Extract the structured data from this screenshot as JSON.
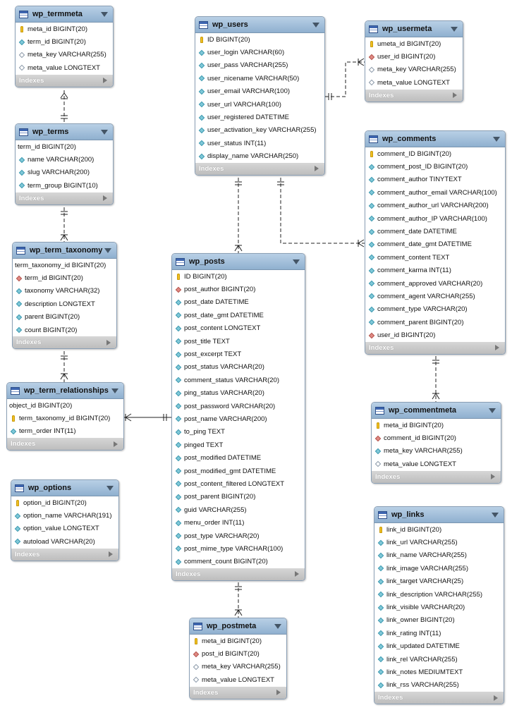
{
  "footer_label": "Indexes",
  "colors": {
    "header": "#9bbcd9",
    "footer": "#c8c8c8",
    "pk_key": "#f0c020",
    "fk_diamond": "#e08a84",
    "column_diamond": "#7fc8d8"
  },
  "tables": [
    {
      "id": "wp_termmeta",
      "name": "wp_termmeta",
      "columns": [
        {
          "text": "meta_id BIGINT(20)",
          "marker": "pk"
        },
        {
          "text": "term_id BIGINT(20)",
          "marker": "col"
        },
        {
          "text": "meta_key VARCHAR(255)",
          "marker": "nullable"
        },
        {
          "text": "meta_value LONGTEXT",
          "marker": "nullable"
        }
      ]
    },
    {
      "id": "wp_terms",
      "name": "wp_terms",
      "columns": [
        {
          "text": "term_id BIGINT(20)",
          "marker": "none"
        },
        {
          "text": "name VARCHAR(200)",
          "marker": "col"
        },
        {
          "text": "slug VARCHAR(200)",
          "marker": "col"
        },
        {
          "text": "term_group BIGINT(10)",
          "marker": "col"
        }
      ]
    },
    {
      "id": "wp_term_taxonomy",
      "name": "wp_term_taxonomy",
      "columns": [
        {
          "text": "term_taxonomy_id BIGINT(20)",
          "marker": "none"
        },
        {
          "text": "term_id BIGINT(20)",
          "marker": "fk"
        },
        {
          "text": "taxonomy VARCHAR(32)",
          "marker": "col"
        },
        {
          "text": "description LONGTEXT",
          "marker": "col"
        },
        {
          "text": "parent BIGINT(20)",
          "marker": "col"
        },
        {
          "text": "count BIGINT(20)",
          "marker": "col"
        }
      ]
    },
    {
      "id": "wp_term_relationships",
      "name": "wp_term_relationships",
      "columns": [
        {
          "text": "object_id BIGINT(20)",
          "marker": "none"
        },
        {
          "text": "term_taxonomy_id BIGINT(20)",
          "marker": "pk"
        },
        {
          "text": "term_order INT(11)",
          "marker": "col"
        }
      ]
    },
    {
      "id": "wp_options",
      "name": "wp_options",
      "columns": [
        {
          "text": "option_id BIGINT(20)",
          "marker": "pk"
        },
        {
          "text": "option_name VARCHAR(191)",
          "marker": "col"
        },
        {
          "text": "option_value LONGTEXT",
          "marker": "col"
        },
        {
          "text": "autoload VARCHAR(20)",
          "marker": "col"
        }
      ]
    },
    {
      "id": "wp_users",
      "name": "wp_users",
      "columns": [
        {
          "text": "ID BIGINT(20)",
          "marker": "pk"
        },
        {
          "text": "user_login VARCHAR(60)",
          "marker": "col"
        },
        {
          "text": "user_pass VARCHAR(255)",
          "marker": "col"
        },
        {
          "text": "user_nicename VARCHAR(50)",
          "marker": "col"
        },
        {
          "text": "user_email VARCHAR(100)",
          "marker": "col"
        },
        {
          "text": "user_url VARCHAR(100)",
          "marker": "col"
        },
        {
          "text": "user_registered DATETIME",
          "marker": "col"
        },
        {
          "text": "user_activation_key VARCHAR(255)",
          "marker": "col"
        },
        {
          "text": "user_status INT(11)",
          "marker": "col"
        },
        {
          "text": "display_name VARCHAR(250)",
          "marker": "col"
        }
      ]
    },
    {
      "id": "wp_posts",
      "name": "wp_posts",
      "columns": [
        {
          "text": "ID BIGINT(20)",
          "marker": "pk"
        },
        {
          "text": "post_author BIGINT(20)",
          "marker": "fk"
        },
        {
          "text": "post_date DATETIME",
          "marker": "col"
        },
        {
          "text": "post_date_gmt DATETIME",
          "marker": "col"
        },
        {
          "text": "post_content LONGTEXT",
          "marker": "col"
        },
        {
          "text": "post_title TEXT",
          "marker": "col"
        },
        {
          "text": "post_excerpt TEXT",
          "marker": "col"
        },
        {
          "text": "post_status VARCHAR(20)",
          "marker": "col"
        },
        {
          "text": "comment_status VARCHAR(20)",
          "marker": "col"
        },
        {
          "text": "ping_status VARCHAR(20)",
          "marker": "col"
        },
        {
          "text": "post_password VARCHAR(20)",
          "marker": "col"
        },
        {
          "text": "post_name VARCHAR(200)",
          "marker": "col"
        },
        {
          "text": "to_ping TEXT",
          "marker": "col"
        },
        {
          "text": "pinged TEXT",
          "marker": "col"
        },
        {
          "text": "post_modified DATETIME",
          "marker": "col"
        },
        {
          "text": "post_modified_gmt DATETIME",
          "marker": "col"
        },
        {
          "text": "post_content_filtered LONGTEXT",
          "marker": "col"
        },
        {
          "text": "post_parent BIGINT(20)",
          "marker": "col"
        },
        {
          "text": "guid VARCHAR(255)",
          "marker": "col"
        },
        {
          "text": "menu_order INT(11)",
          "marker": "col"
        },
        {
          "text": "post_type VARCHAR(20)",
          "marker": "col"
        },
        {
          "text": "post_mime_type VARCHAR(100)",
          "marker": "col"
        },
        {
          "text": "comment_count BIGINT(20)",
          "marker": "col"
        }
      ]
    },
    {
      "id": "wp_postmeta",
      "name": "wp_postmeta",
      "columns": [
        {
          "text": "meta_id BIGINT(20)",
          "marker": "pk"
        },
        {
          "text": "post_id BIGINT(20)",
          "marker": "fk"
        },
        {
          "text": "meta_key VARCHAR(255)",
          "marker": "nullable"
        },
        {
          "text": "meta_value LONGTEXT",
          "marker": "nullable"
        }
      ]
    },
    {
      "id": "wp_usermeta",
      "name": "wp_usermeta",
      "columns": [
        {
          "text": "umeta_id BIGINT(20)",
          "marker": "pk"
        },
        {
          "text": "user_id BIGINT(20)",
          "marker": "fk"
        },
        {
          "text": "meta_key VARCHAR(255)",
          "marker": "nullable"
        },
        {
          "text": "meta_value LONGTEXT",
          "marker": "nullable"
        }
      ]
    },
    {
      "id": "wp_comments",
      "name": "wp_comments",
      "columns": [
        {
          "text": "comment_ID BIGINT(20)",
          "marker": "pk"
        },
        {
          "text": "comment_post_ID BIGINT(20)",
          "marker": "col"
        },
        {
          "text": "comment_author TINYTEXT",
          "marker": "col"
        },
        {
          "text": "comment_author_email VARCHAR(100)",
          "marker": "col"
        },
        {
          "text": "comment_author_url VARCHAR(200)",
          "marker": "col"
        },
        {
          "text": "comment_author_IP VARCHAR(100)",
          "marker": "col"
        },
        {
          "text": "comment_date DATETIME",
          "marker": "col"
        },
        {
          "text": "comment_date_gmt DATETIME",
          "marker": "col"
        },
        {
          "text": "comment_content TEXT",
          "marker": "col"
        },
        {
          "text": "comment_karma INT(11)",
          "marker": "col"
        },
        {
          "text": "comment_approved VARCHAR(20)",
          "marker": "col"
        },
        {
          "text": "comment_agent VARCHAR(255)",
          "marker": "col"
        },
        {
          "text": "comment_type VARCHAR(20)",
          "marker": "col"
        },
        {
          "text": "comment_parent BIGINT(20)",
          "marker": "col"
        },
        {
          "text": "user_id BIGINT(20)",
          "marker": "fk"
        }
      ]
    },
    {
      "id": "wp_commentmeta",
      "name": "wp_commentmeta",
      "columns": [
        {
          "text": "meta_id BIGINT(20)",
          "marker": "pk"
        },
        {
          "text": "comment_id BIGINT(20)",
          "marker": "fk"
        },
        {
          "text": "meta_key VARCHAR(255)",
          "marker": "col"
        },
        {
          "text": "meta_value LONGTEXT",
          "marker": "nullable"
        }
      ]
    },
    {
      "id": "wp_links",
      "name": "wp_links",
      "columns": [
        {
          "text": "link_id BIGINT(20)",
          "marker": "pk"
        },
        {
          "text": "link_url VARCHAR(255)",
          "marker": "col"
        },
        {
          "text": "link_name VARCHAR(255)",
          "marker": "col"
        },
        {
          "text": "link_image VARCHAR(255)",
          "marker": "col"
        },
        {
          "text": "link_target VARCHAR(25)",
          "marker": "col"
        },
        {
          "text": "link_description VARCHAR(255)",
          "marker": "col"
        },
        {
          "text": "link_visible VARCHAR(20)",
          "marker": "col"
        },
        {
          "text": "link_owner BIGINT(20)",
          "marker": "col"
        },
        {
          "text": "link_rating INT(11)",
          "marker": "col"
        },
        {
          "text": "link_updated DATETIME",
          "marker": "col"
        },
        {
          "text": "link_rel VARCHAR(255)",
          "marker": "col"
        },
        {
          "text": "link_notes MEDIUMTEXT",
          "marker": "col"
        },
        {
          "text": "link_rss VARCHAR(255)",
          "marker": "col"
        }
      ]
    }
  ],
  "relationships": [
    {
      "from": "wp_termmeta",
      "to": "wp_terms"
    },
    {
      "from": "wp_terms",
      "to": "wp_term_taxonomy"
    },
    {
      "from": "wp_term_taxonomy",
      "to": "wp_term_relationships"
    },
    {
      "from": "wp_term_relationships",
      "to": "wp_posts"
    },
    {
      "from": "wp_users",
      "to": "wp_usermeta"
    },
    {
      "from": "wp_users",
      "to": "wp_posts"
    },
    {
      "from": "wp_users",
      "to": "wp_comments"
    },
    {
      "from": "wp_posts",
      "to": "wp_postmeta"
    },
    {
      "from": "wp_comments",
      "to": "wp_commentmeta"
    }
  ]
}
